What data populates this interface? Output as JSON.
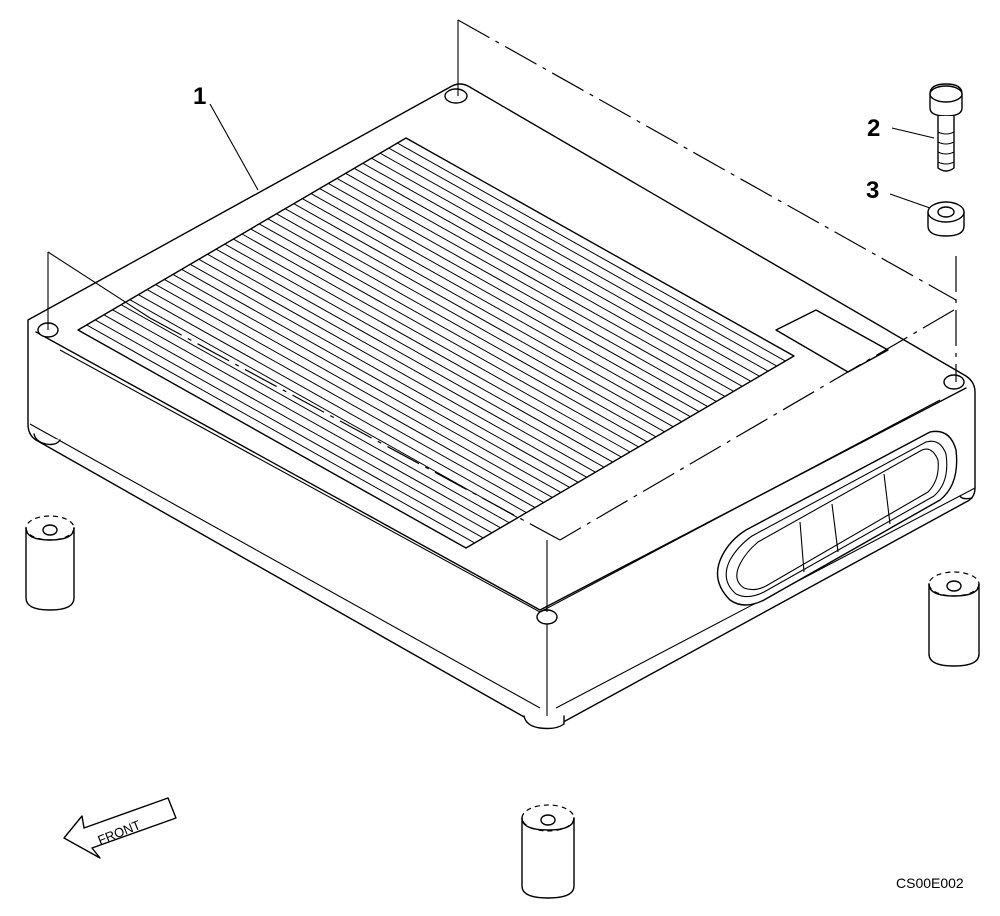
{
  "callouts": {
    "part_1": "1",
    "part_2": "2",
    "part_3": "3"
  },
  "direction_label": "FRONT",
  "figure_code": "CS00E002"
}
